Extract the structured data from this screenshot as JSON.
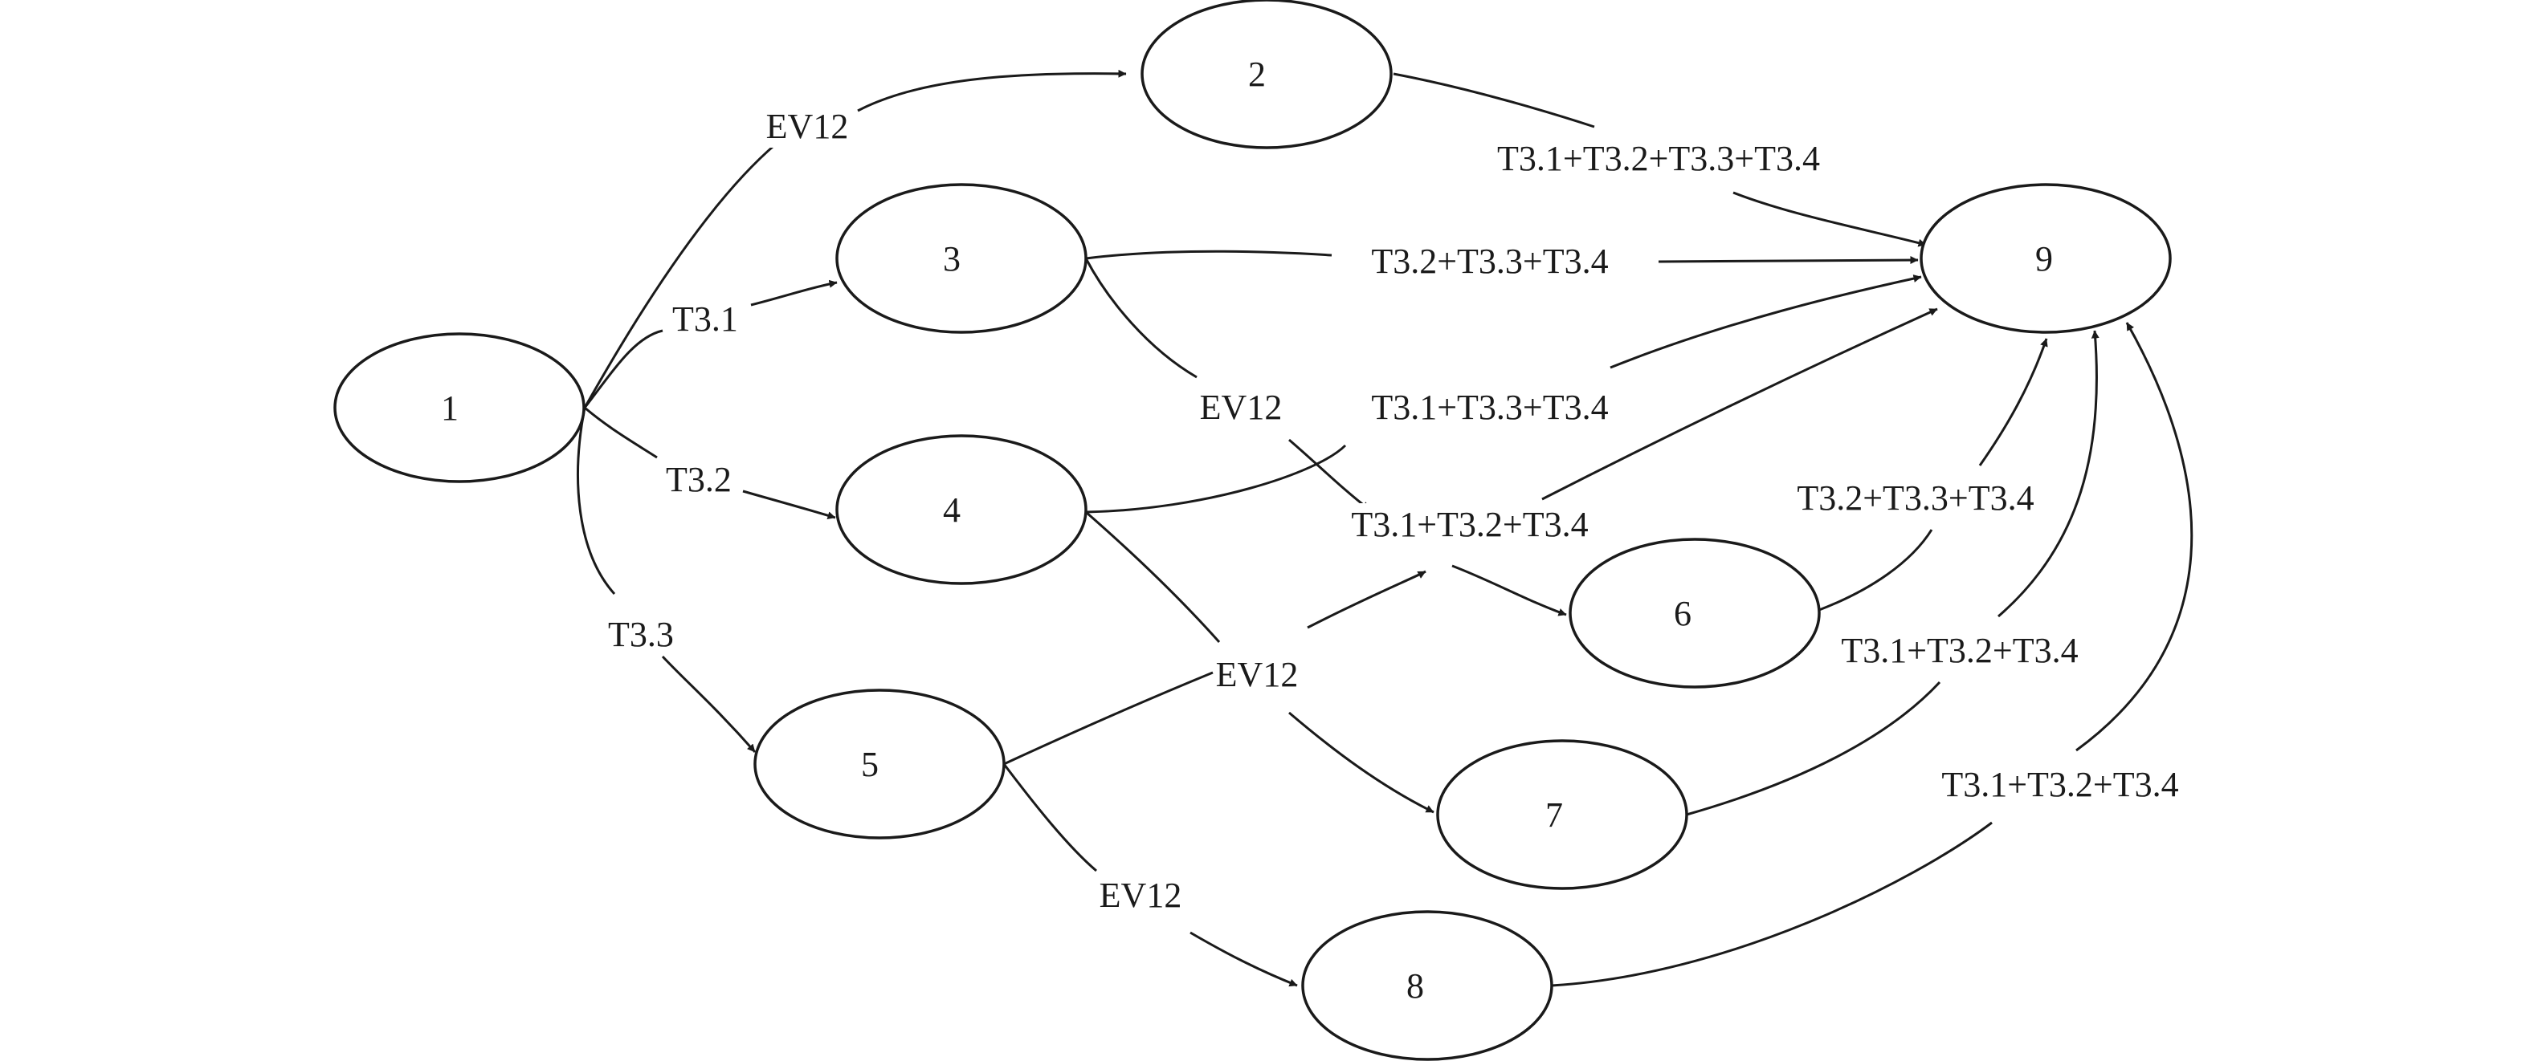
{
  "nodes": [
    {
      "id": "1",
      "label": "1"
    },
    {
      "id": "2",
      "label": "2"
    },
    {
      "id": "3",
      "label": "3"
    },
    {
      "id": "4",
      "label": "4"
    },
    {
      "id": "5",
      "label": "5"
    },
    {
      "id": "6",
      "label": "6"
    },
    {
      "id": "7",
      "label": "7"
    },
    {
      "id": "8",
      "label": "8"
    },
    {
      "id": "9",
      "label": "9"
    }
  ],
  "edges": [
    {
      "from": "1",
      "to": "2",
      "label": "EV12"
    },
    {
      "from": "1",
      "to": "3",
      "label": "T3.1"
    },
    {
      "from": "1",
      "to": "4",
      "label": "T3.2"
    },
    {
      "from": "1",
      "to": "5",
      "label": "T3.3"
    },
    {
      "from": "2",
      "to": "9",
      "label": "T3.1+T3.2+T3.3+T3.4"
    },
    {
      "from": "3",
      "to": "9",
      "label": "T3.2+T3.3+T3.4"
    },
    {
      "from": "3",
      "to": "6",
      "label": "EV12"
    },
    {
      "from": "4",
      "to": "9",
      "label": "T3.1+T3.3+T3.4"
    },
    {
      "from": "4",
      "to": "7",
      "label": "EV12"
    },
    {
      "from": "5",
      "to": "9",
      "label": "T3.1+T3.2+T3.4"
    },
    {
      "from": "5",
      "to": "8",
      "label": "EV12"
    },
    {
      "from": "6",
      "to": "9",
      "label": "T3.2+T3.3+T3.4"
    },
    {
      "from": "7",
      "to": "9",
      "label": "T3.1+T3.2+T3.4"
    },
    {
      "from": "8",
      "to": "9",
      "label": "T3.1+T3.2+T3.4"
    }
  ]
}
